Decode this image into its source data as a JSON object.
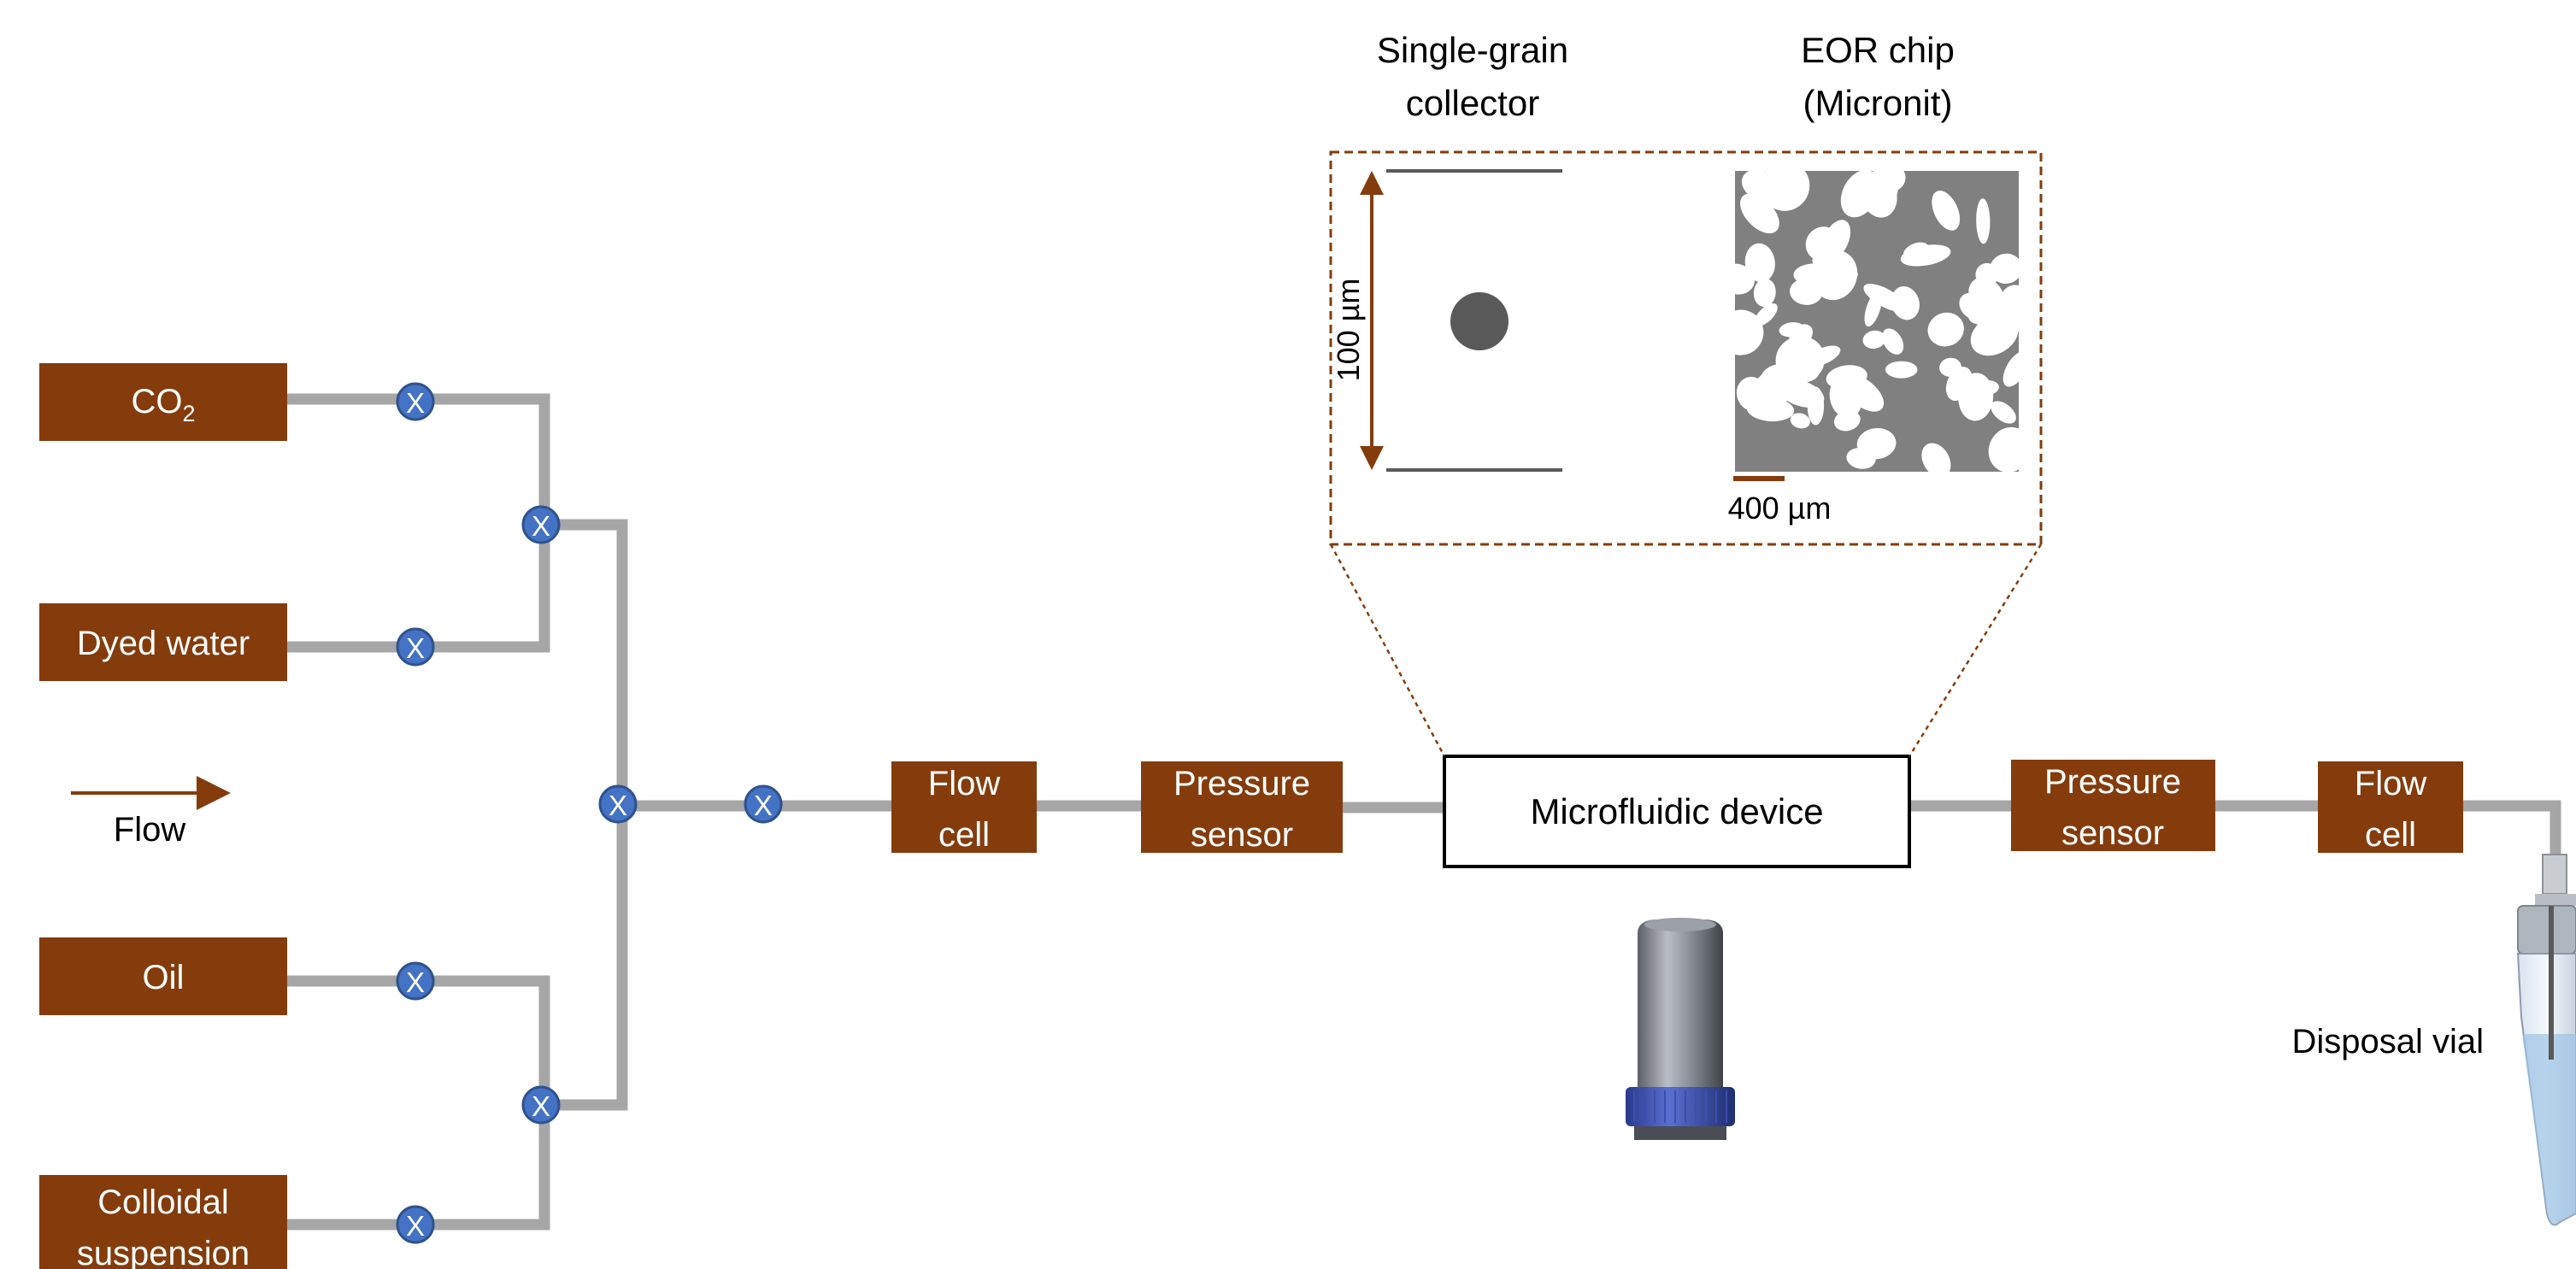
{
  "sources": [
    {
      "id": "co2",
      "label": "CO",
      "sub": "2"
    },
    {
      "id": "dyed-water",
      "label": "Dyed water"
    },
    {
      "id": "oil",
      "label": "Oil"
    },
    {
      "id": "colloidal",
      "lines": [
        "Colloidal",
        "suspension"
      ]
    }
  ],
  "legend": {
    "flow_label": "Flow"
  },
  "chain": {
    "flow_cell_1": [
      "Flow",
      "cell"
    ],
    "pressure_sensor_1": [
      "Pressure",
      "sensor"
    ],
    "device": "Microfluidic device",
    "pressure_sensor_2": [
      "Pressure",
      "sensor"
    ],
    "flow_cell_2": [
      "Flow",
      "cell"
    ]
  },
  "inset": {
    "single_grain_title": [
      "Single-grain",
      "collector"
    ],
    "eor_title": [
      "EOR chip",
      "(Micronit)"
    ],
    "scale_100": "100 µm",
    "scale_400": "400 µm"
  },
  "disposal_label": "Disposal vial",
  "valve_symbol": "X",
  "colors": {
    "box_fill": "#843c0c",
    "box_text": "#ffffff",
    "tube": "#a6a6a6",
    "valve_fill": "#4472c4",
    "valve_stroke": "#2f528f",
    "inset_border": "#843c0c",
    "chip_gray": "#808080",
    "grain_gray": "#595959"
  }
}
